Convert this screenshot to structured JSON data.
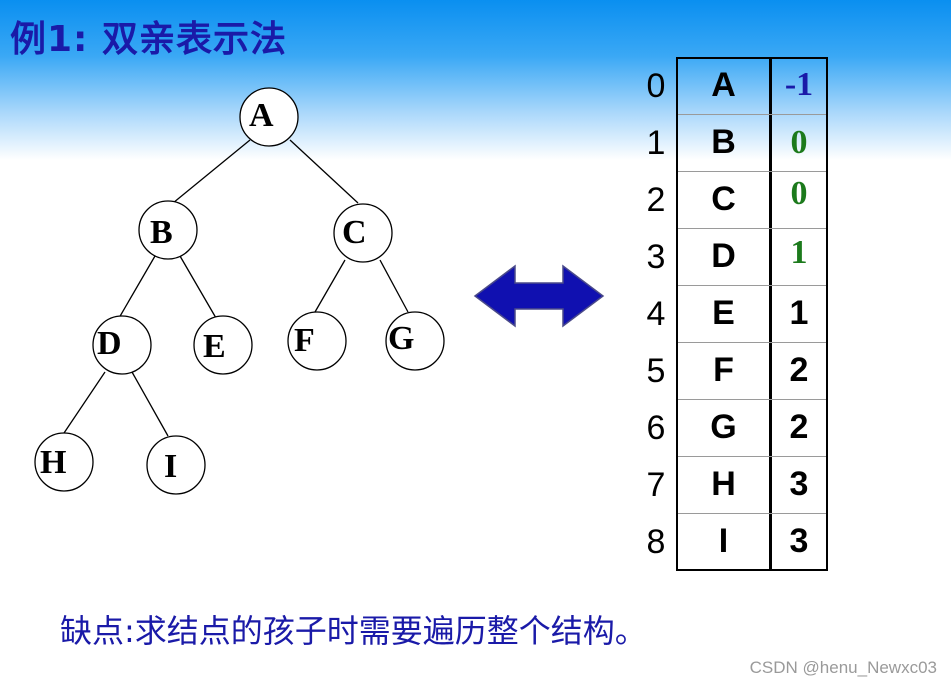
{
  "title": "例1:  双亲表示法",
  "tree": {
    "nodes": [
      "A",
      "B",
      "C",
      "D",
      "E",
      "F",
      "G",
      "H",
      "I"
    ]
  },
  "table": {
    "rows": [
      {
        "index": "0",
        "data": "A",
        "parent": "-1"
      },
      {
        "index": "1",
        "data": "B",
        "parent": "0"
      },
      {
        "index": "2",
        "data": "C",
        "parent": "0"
      },
      {
        "index": "3",
        "data": "D",
        "parent": "1"
      },
      {
        "index": "4",
        "data": "E",
        "parent": "1"
      },
      {
        "index": "5",
        "data": "F",
        "parent": "2"
      },
      {
        "index": "6",
        "data": "G",
        "parent": "2"
      },
      {
        "index": "7",
        "data": "H",
        "parent": "3"
      },
      {
        "index": "8",
        "data": "I",
        "parent": "3"
      }
    ]
  },
  "arrow_icon": "double-headed-arrow-icon",
  "colors": {
    "title": "#1a1aa8",
    "arrow": "#1010b0",
    "green": "#1c7a1c"
  },
  "note": "缺点:求结点的孩子时需要遍历整个结构。",
  "watermark": "CSDN @henu_Newxc03"
}
